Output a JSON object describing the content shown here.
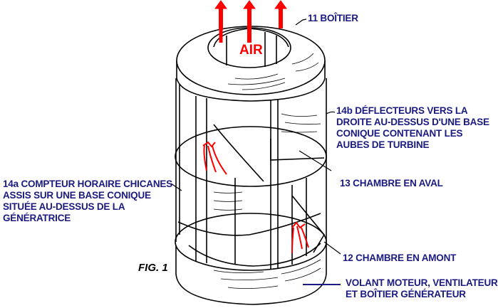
{
  "figure": {
    "fig_label": "FIG. 1",
    "air_label": "AIR",
    "colors": {
      "label": "#1a1a80",
      "air": "#ff0000",
      "lines": "#000000"
    }
  },
  "labels": {
    "housing": "11 BOÎTIER",
    "deflectors_14b": [
      "14b DÉFLECTEURS VERS LA",
      "DROITE AU-DESSUS D'UNE BASE",
      "CONIQUE CONTENANT LES",
      "AUBES DE TURBINE"
    ],
    "chamber_13": "13 CHAMBRE EN AVAL",
    "counter_14a": [
      "14a COMPTEUR HORAIRE CHICANES",
      "ASSIS SUR UNE BASE CONIQUE",
      "SITUÉE AU-DESSUS DE LA",
      "GÉNÉRATRICE"
    ],
    "chamber_12": "12 CHAMBRE EN AMONT",
    "flywheel": [
      "VOLANT MOTEUR, VENTILATEUR,",
      "ET BOÎTIER GÉNÉRATEUR"
    ]
  }
}
